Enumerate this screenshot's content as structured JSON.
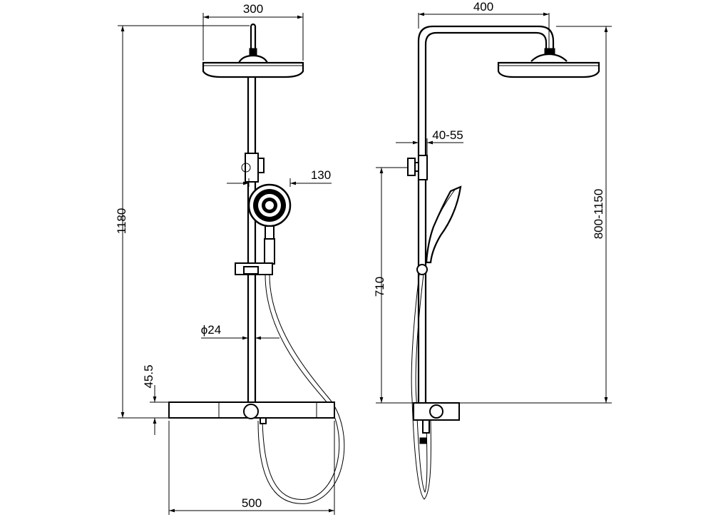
{
  "front_view": {
    "dims": {
      "head_width": "300",
      "total_height": "1180",
      "handshower_diameter": "130",
      "pipe_diameter": "ϕ24",
      "mixer_height": "45.5",
      "shelf_width": "500"
    }
  },
  "side_view": {
    "dims": {
      "arm_projection": "400",
      "wall_offset": "40-55",
      "bracket_height": "710",
      "adjustable_height": "800-1150"
    }
  }
}
